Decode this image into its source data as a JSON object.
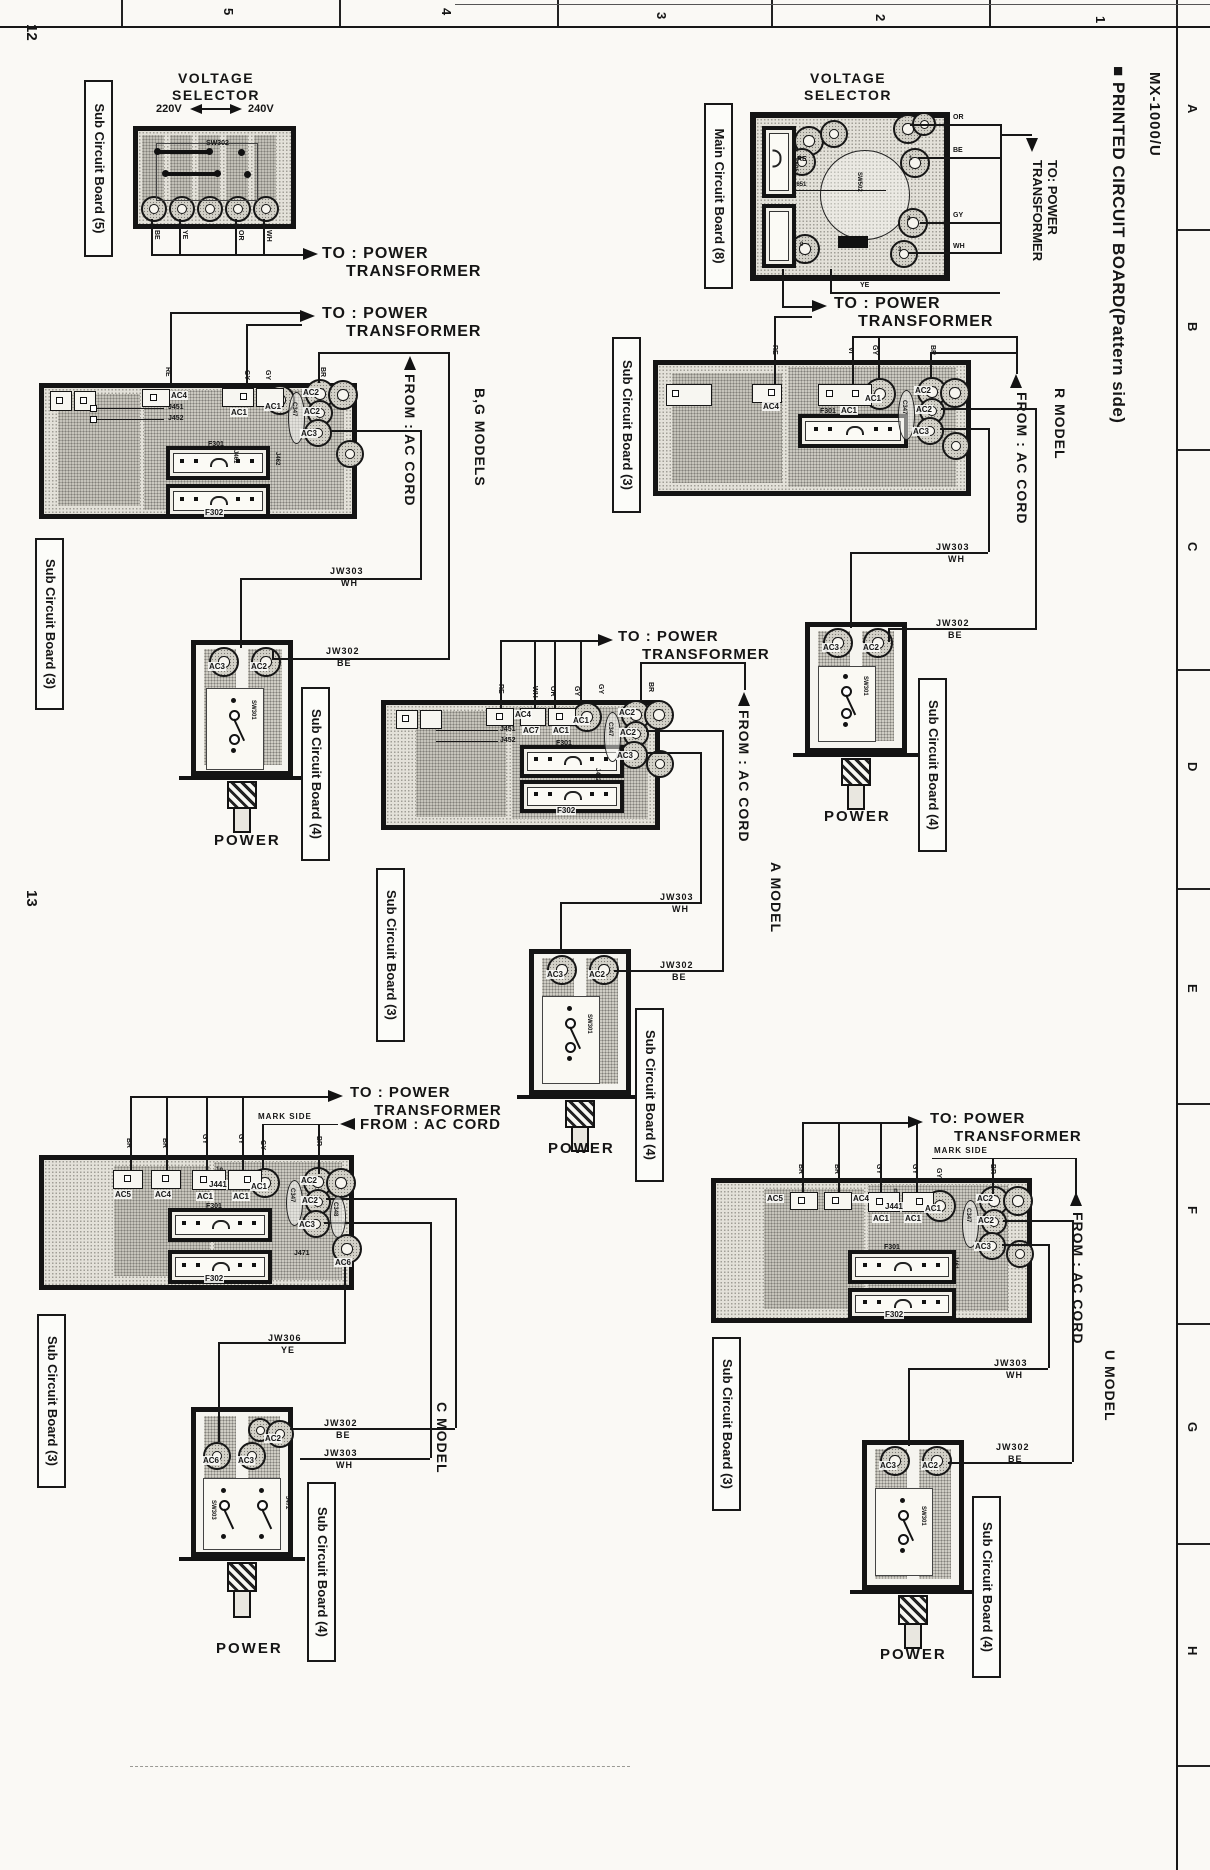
{
  "page": {
    "page_number_top": "12",
    "page_number_bottom": "13",
    "ruler": [
      "5",
      "4",
      "3",
      "2",
      "1"
    ],
    "grid": [
      "A",
      "B",
      "C",
      "D",
      "E",
      "F",
      "G",
      "H"
    ],
    "model_code": "MX-1000/U",
    "title": "■ PRINTED CIRCUIT BOARD(Pattern side)"
  },
  "labels": {
    "voltage": "VOLTAGE",
    "selector": "SELECTOR",
    "v220": "220V",
    "v240": "240V",
    "to_power": "TO : POWER",
    "to_power2": "TO: POWER",
    "transformer": "TRANSFORMER",
    "from_ac_cord": "FROM : AC CORD",
    "from_ac_cord2": "FROM: AC CORD",
    "mark_side": "MARK SIDE",
    "power": "POWER"
  },
  "boards": {
    "sub3": "Sub Circuit Board (3)",
    "sub4": "Sub Circuit Board (4)",
    "sub5": "Sub Circuit Board (5)",
    "main8": "Main Circuit Board (8)"
  },
  "models": {
    "bg": "B,G MODELS",
    "r": "R MODEL",
    "a": "A MODEL",
    "c": "C MODEL",
    "u": "U MODEL"
  },
  "wires": {
    "be": "BE",
    "ye": "YE",
    "or": "OR",
    "wh": "WH",
    "re": "RE",
    "gy": "GY",
    "br": "BR",
    "vi": "VI",
    "jw302": "JW302",
    "jw303": "JW303",
    "jw306": "JW306"
  },
  "components": {
    "ac1": "AC1",
    "ac2": "AC2",
    "ac3": "AC3",
    "ac4": "AC4",
    "ac5": "AC5",
    "ac6": "AC6",
    "ac7": "AC7",
    "sw301": "SW301",
    "sw302": "SW302",
    "sw303": "SW303",
    "sw502": "SW502",
    "f301": "F301",
    "f302": "F302",
    "f505": "F505",
    "j441": "J441",
    "j451": "J451",
    "j452": "J452",
    "j461": "J461",
    "j462": "J462",
    "j471": "J471",
    "j472": "J472",
    "j651": "J651",
    "c347": "C347",
    "c348": "C348",
    "n1": "1n",
    "n": "n"
  },
  "pins": {
    "p0": "0",
    "p1": "1",
    "p2": "2",
    "p3": "3",
    "p6": "6"
  }
}
